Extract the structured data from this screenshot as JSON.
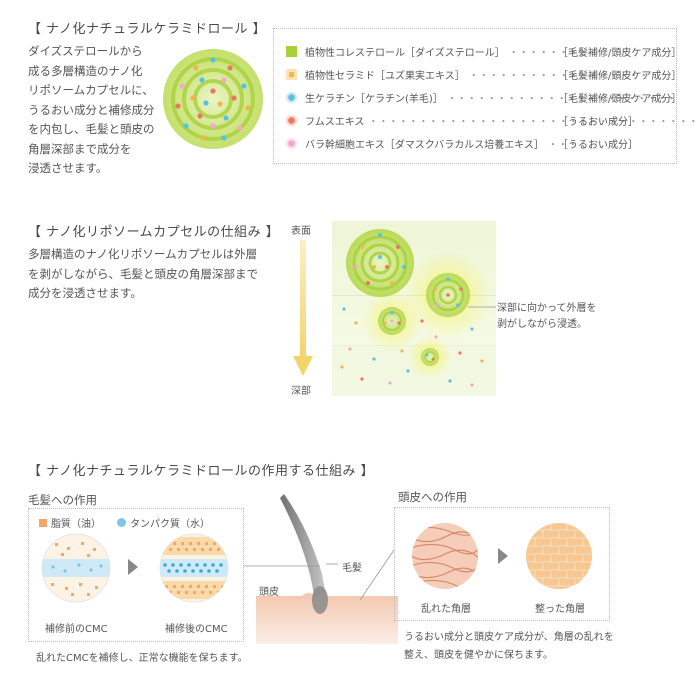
{
  "section1": {
    "title": "【 ナノ化ナチュラルケラミドロール 】",
    "body": "ダイズステロールから\n成る多層構造のナノ化\nリポソームカプセルに、\nうるおい成分と補修成分\nを内包し、毛髪と頭皮の\n角層深部まで成分を\n浸透させます。",
    "legend": [
      {
        "label": "植物性コレステロール［ダイズステロール］",
        "dots": "・・・・・・・・",
        "category": "［毛髪補修/頭皮ケア成分］",
        "color": "#a8d03a",
        "shape": "square"
      },
      {
        "label": "植物性セラミド［ユズ果実エキス］",
        "dots": "・・・・・・・・・・・・・・・・・・",
        "category": "［毛髪補修/頭皮ケア成分］",
        "color": "#f3b553",
        "shape": "dot-square"
      },
      {
        "label": "生ケラチン［ケラチン(羊毛)］",
        "dots": "・・・・・・・・・・・・・・・・・・・・・・・",
        "category": "［毛髪補修/頭皮ケア成分］",
        "color": "#59c1e4",
        "shape": "circle"
      },
      {
        "label": "フムスエキス",
        "dots": "・・・・・・・・・・・・・・・・・・・・・・・・・・・・・・・・・",
        "category": "［うるおい成分］",
        "color": "#ee7560",
        "shape": "circle"
      },
      {
        "label": "バラ幹細胞エキス［ダマスクバラカルス培養エキス］",
        "dots": "・・・",
        "category": "［うるおい成分］",
        "color": "#f3a8cf",
        "shape": "circle"
      }
    ]
  },
  "section2": {
    "title": "【 ナノ化リポソームカプセルの仕組み 】",
    "body": "多層構造のナノ化リポソームカプセルは外層\nを剥がしながら、毛髪と頭皮の角層深部まで\n成分を浸透させます。",
    "surface_label": "表面",
    "deep_label": "深部",
    "annotation": "深部に向かって外層を\n剥がしながら浸透。"
  },
  "section3": {
    "title": "【 ナノ化ナチュラルケラミドロールの作用する仕組み 】",
    "hair": {
      "title": "毛髪への作用",
      "legend_fat": "脂質（油）",
      "legend_protein": "タンパク質（水）",
      "before_label": "補修前のCMC",
      "after_label": "補修後のCMC",
      "caption": "乱れたCMCを補修し、正常な機能を保ちます。"
    },
    "center": {
      "hair_label": "毛髪",
      "scalp_label": "頭皮"
    },
    "scalp": {
      "title": "頭皮への作用",
      "disordered_label": "乱れた角層",
      "ordered_label": "整った角層",
      "caption": "うるおい成分と頭皮ケア成分が、角層の乱れを\n整え、頭皮を健やかに保ちます。"
    }
  },
  "colors": {
    "capsule_green": "#a8d03a",
    "ceramide": "#f3b553",
    "keratin": "#59c1e4",
    "humus": "#ee7560",
    "rose": "#f3a8cf",
    "fat": "#f3a86b",
    "protein": "#7cc7e8",
    "skin": "#f0b79a"
  }
}
